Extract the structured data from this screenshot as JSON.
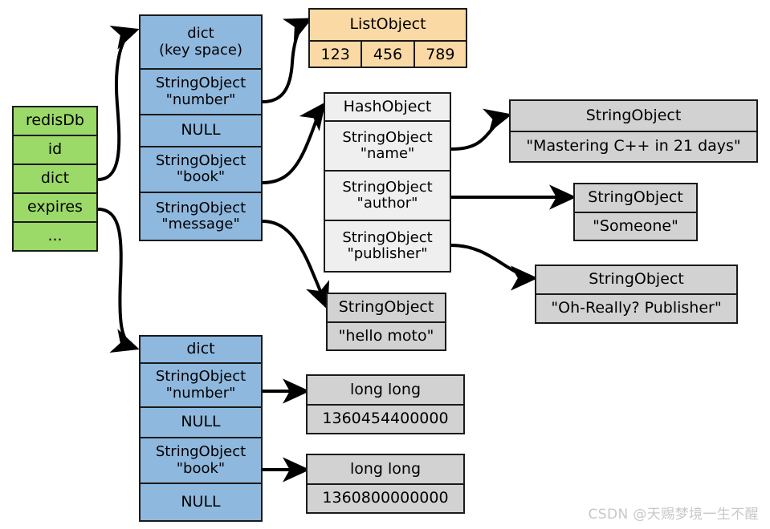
{
  "diagram": {
    "title": "Redis database key space and expires dict structure",
    "watermark": "CSDN @天赐梦境一生不醒",
    "colors": {
      "green": "#9bd968",
      "blue": "#8fb8de",
      "orange": "#fbd9a5",
      "gray": "#d2d2d2",
      "white": "#efefef",
      "stroke": "#1a1a1a"
    }
  },
  "redisdb": {
    "name": "redisDb-struct",
    "rows": [
      {
        "label": "redisDb"
      },
      {
        "label": "id"
      },
      {
        "label": "dict"
      },
      {
        "label": "expires"
      },
      {
        "label": "..."
      }
    ]
  },
  "keyspace_dict": {
    "name": "keyspace-dict",
    "rows": [
      {
        "label": "dict\n(key space)"
      },
      {
        "label": "StringObject\n\"number\""
      },
      {
        "label": "NULL"
      },
      {
        "label": "StringObject\n\"book\""
      },
      {
        "label": "StringObject\n\"message\""
      }
    ]
  },
  "list_object": {
    "name": "list-object",
    "header": "ListObject",
    "cells": [
      "123",
      "456",
      "789"
    ]
  },
  "hash_object": {
    "name": "hash-object",
    "rows": [
      {
        "label": "HashObject"
      },
      {
        "label": "StringObject\n\"name\""
      },
      {
        "label": "StringObject\n\"author\""
      },
      {
        "label": "StringObject\n\"publisher\""
      }
    ]
  },
  "string_name_value": {
    "name": "string-object-book-name",
    "header": "StringObject",
    "value": "\"Mastering C++ in 21 days\""
  },
  "string_author_value": {
    "name": "string-object-author",
    "header": "StringObject",
    "value": "\"Someone\""
  },
  "string_publisher_value": {
    "name": "string-object-publisher",
    "header": "StringObject",
    "value": "\"Oh-Really? Publisher\""
  },
  "string_message_value": {
    "name": "string-object-message",
    "header": "StringObject",
    "value": "\"hello moto\""
  },
  "expires_dict": {
    "name": "expires-dict",
    "rows": [
      {
        "label": "dict"
      },
      {
        "label": "StringObject\n\"number\""
      },
      {
        "label": "NULL"
      },
      {
        "label": "StringObject\n\"book\""
      },
      {
        "label": "NULL"
      }
    ]
  },
  "expire_number": {
    "name": "long-long-number",
    "header": "long long",
    "value": "1360454400000"
  },
  "expire_book": {
    "name": "long-long-book",
    "header": "long long",
    "value": "1360800000000"
  }
}
